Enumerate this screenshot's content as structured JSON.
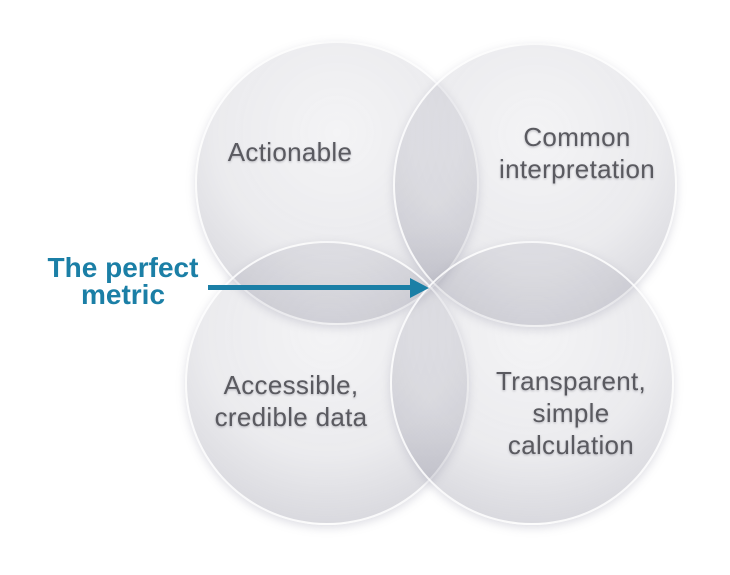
{
  "venn": {
    "circles": [
      {
        "name": "actionable",
        "lines": [
          "Actionable"
        ]
      },
      {
        "name": "common-interpretation",
        "lines": [
          "Common",
          "interpretation"
        ]
      },
      {
        "name": "accessible-credible-data",
        "lines": [
          "Accessible,",
          "credible data"
        ]
      },
      {
        "name": "transparent-simple-calculation",
        "lines": [
          "Transparent,",
          "simple",
          "calculation"
        ]
      }
    ],
    "callout": {
      "lines": [
        "The perfect",
        "metric"
      ]
    },
    "colors": {
      "accent_teal": "#1b7fa6",
      "circle_label_text": "#5a5a60",
      "circle_fill_light": "#e5e5e9",
      "overlap_dark_center": "#8f8f9b",
      "background": "#ffffff"
    }
  }
}
